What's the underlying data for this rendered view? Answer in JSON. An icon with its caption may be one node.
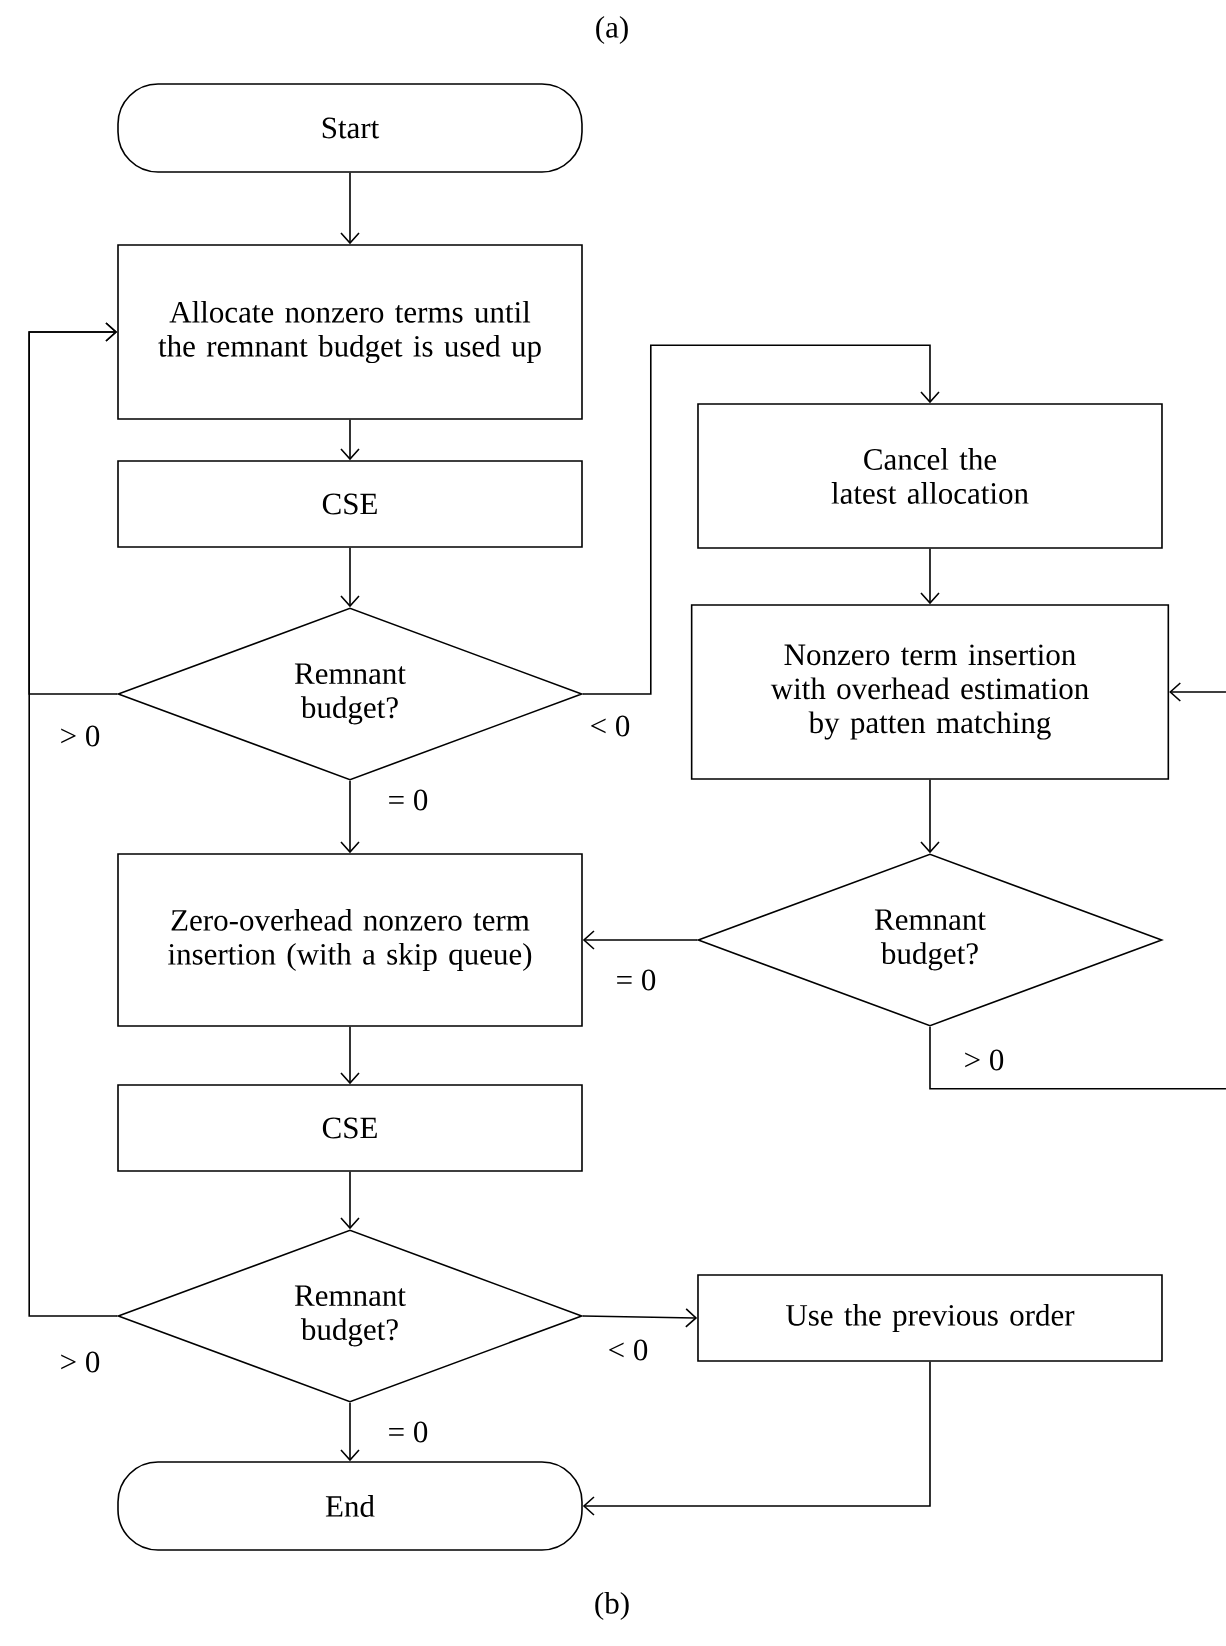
{
  "diagram": {
    "nodes": [
      {
        "text": [
          "Start"
        ]
      },
      {
        "text": [
          "Allocate nonzero terms until the remnant budget is used up"
        ]
      },
      {
        "text": [
          "CSE"
        ]
      },
      {
        "text": [
          "Remnant budget?"
        ]
      },
      {
        "text": [
          "Cancel the latest allocation"
        ]
      },
      {
        "text": [
          "Nonzero term insertion with overhead estimation by patten matching"
        ]
      },
      {
        "text": [
          "Remnant budget?"
        ]
      },
      {
        "text": [
          "Zero-overhead nonzero term insertion (with a skip queue)"
        ]
      },
      {
        "text": [
          "CSE"
        ]
      },
      {
        "text": [
          "Remnant budget?"
        ]
      },
      {
        "text": [
          "Use the previous order"
        ]
      },
      {
        "text": [
          "End"
        ]
      }
    ],
    "edges": [
      {
        "from": 0,
        "to": 1,
        "arrow": "to"
      },
      {
        "from": 1,
        "to": 2,
        "arrow": "to"
      },
      {
        "from": 2,
        "to": 3,
        "arrow": "to"
      },
      {
        "from": 3,
        "to": 1,
        "arrow": "to",
        "label": "> 0"
      },
      {
        "from": 3,
        "to": 4,
        "arrow": "to",
        "label": "< 0"
      },
      {
        "from": 3,
        "to": 7,
        "arrow": "to",
        "label": "= 0"
      },
      {
        "from": 4,
        "to": 5,
        "arrow": "to"
      },
      {
        "from": 5,
        "to": 6,
        "arrow": "to"
      },
      {
        "from": 6,
        "to": 7,
        "arrow": "to",
        "label": "= 0"
      },
      {
        "from": 6,
        "to": 5,
        "arrow": "to",
        "label": "> 0"
      },
      {
        "from": 7,
        "to": 8,
        "arrow": "to"
      },
      {
        "from": 8,
        "to": 9,
        "arrow": "to"
      },
      {
        "from": 9,
        "to": 1,
        "arrow": "to",
        "label": "> 0"
      },
      {
        "from": 9,
        "to": 10,
        "arrow": "to",
        "label": "< 0"
      },
      {
        "from": 9,
        "to": 11,
        "arrow": "to",
        "label": "= 0"
      },
      {
        "from": 10,
        "to": 11,
        "arrow": "to"
      }
    ],
    "labels": [
      "(a)",
      "(b)"
    ]
  }
}
